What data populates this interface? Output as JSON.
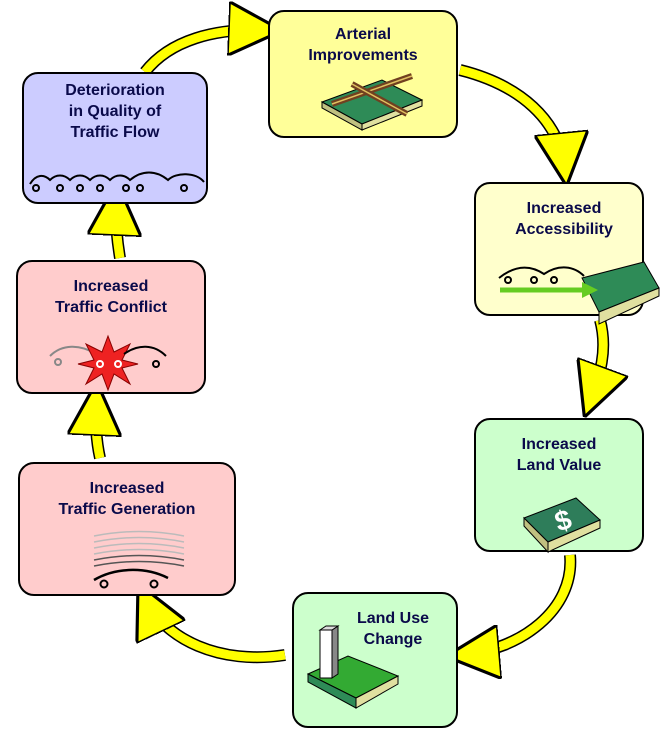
{
  "diagram": {
    "nodes": [
      {
        "id": "arterial",
        "label": "Arterial\nImprovements",
        "color": "#ffff99",
        "icon": "road-interchange-icon"
      },
      {
        "id": "accessibility",
        "label": "Increased\nAccessibility",
        "color": "#ffffcc",
        "icon": "car-arrow-icon"
      },
      {
        "id": "landvalue",
        "label": "Increased\nLand Value",
        "color": "#ccffcc",
        "icon": "dollar-sign-icon"
      },
      {
        "id": "landuse",
        "label": "Land Use\nChange",
        "color": "#ccffcc",
        "icon": "building-on-land-icon"
      },
      {
        "id": "generation",
        "label": "Increased\nTraffic Generation",
        "color": "#ffcccc",
        "icon": "traffic-lines-icon"
      },
      {
        "id": "conflict",
        "label": "Increased\nTraffic Conflict",
        "color": "#ffcccc",
        "icon": "car-crash-icon"
      },
      {
        "id": "deterioration",
        "label": "Deterioration\nin Quality of\nTraffic Flow",
        "color": "#ccccff",
        "icon": "car-queue-icon"
      }
    ],
    "cycle_order": [
      "arterial",
      "accessibility",
      "landvalue",
      "landuse",
      "generation",
      "conflict",
      "deterioration",
      "arterial"
    ],
    "arrow_color": "#ffff00"
  }
}
